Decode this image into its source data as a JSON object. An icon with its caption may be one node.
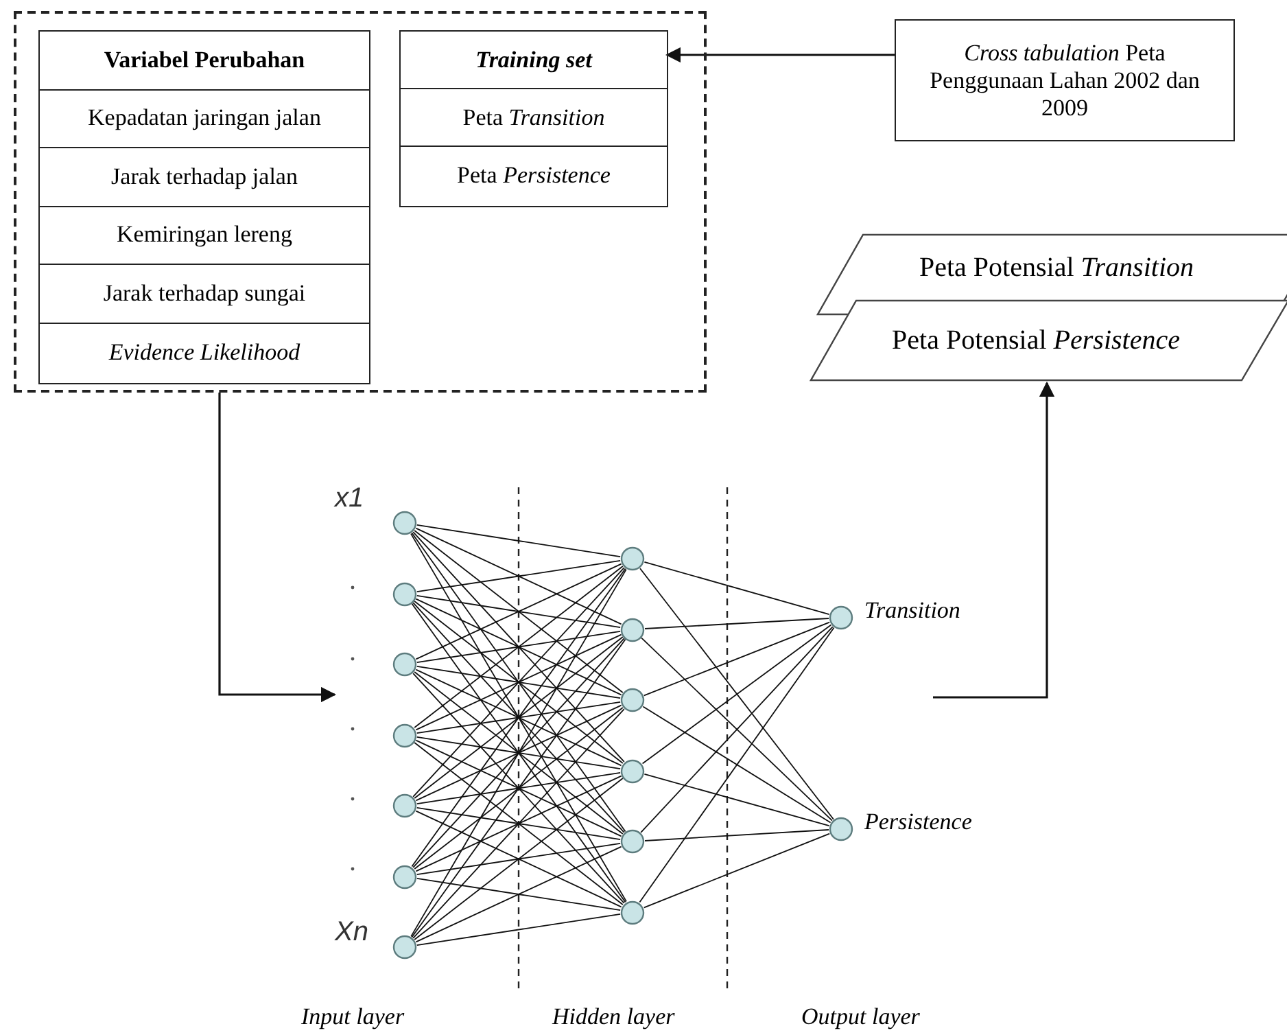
{
  "diagram": {
    "nodes": [
      {
        "text": [],
        "shape": "box"
      },
      {
        "text": [
          "Variabel Perubahan",
          "Kepadatan jaringan jalan",
          "Jarak terhadap jalan",
          "Kemiringan lereng",
          "Jarak terhadap sungai",
          "Evidence Likelihood"
        ],
        "in": 0
      },
      {
        "text": [
          "Training set",
          "Peta *Transition*",
          "Peta *Persistence*"
        ],
        "in": 0
      },
      {
        "text": [
          "*Cross tabulation* Peta Penggunaan Lahan 2002 dan 2009"
        ]
      },
      {
        "text": [
          "Peta Potensial *Transition*"
        ]
      },
      {
        "text": [
          "Peta Potensial *Persistence*"
        ]
      },
      {
        "text": [],
        "shape": "circle",
        "beside": [
          "x1"
        ]
      },
      {
        "text": [],
        "shape": "circle"
      },
      {
        "text": [],
        "shape": "circle"
      },
      {
        "text": [],
        "shape": "circle"
      },
      {
        "text": [],
        "shape": "circle"
      },
      {
        "text": [],
        "shape": "circle"
      },
      {
        "text": [],
        "shape": "circle",
        "beside": [
          "Xn"
        ]
      },
      {
        "text": [],
        "shape": "circle"
      },
      {
        "text": [],
        "shape": "circle"
      },
      {
        "text": [],
        "shape": "circle"
      },
      {
        "text": [],
        "shape": "circle"
      },
      {
        "text": [],
        "shape": "circle"
      },
      {
        "text": [],
        "shape": "circle"
      },
      {
        "text": [],
        "shape": "circle",
        "beside": [
          "Transition"
        ]
      },
      {
        "text": [],
        "shape": "circle",
        "beside": [
          "Persistence"
        ]
      }
    ],
    "edges": [
      {
        "from": 3,
        "to": 2,
        "arrow": "to"
      },
      {
        "from": 0,
        "to": null,
        "arrow": "to"
      },
      {
        "from": null,
        "to": 5,
        "arrow": "to"
      },
      {
        "from": 6,
        "to": 13,
        "arrow": "none"
      },
      {
        "from": 6,
        "to": 14,
        "arrow": "none"
      },
      {
        "from": 6,
        "to": 15,
        "arrow": "none"
      },
      {
        "from": 6,
        "to": 16,
        "arrow": "none"
      },
      {
        "from": 6,
        "to": 17,
        "arrow": "none"
      },
      {
        "from": 6,
        "to": 18,
        "arrow": "none"
      },
      {
        "from": 7,
        "to": 13,
        "arrow": "none"
      },
      {
        "from": 7,
        "to": 14,
        "arrow": "none"
      },
      {
        "from": 7,
        "to": 15,
        "arrow": "none"
      },
      {
        "from": 7,
        "to": 16,
        "arrow": "none"
      },
      {
        "from": 7,
        "to": 17,
        "arrow": "none"
      },
      {
        "from": 7,
        "to": 18,
        "arrow": "none"
      },
      {
        "from": 8,
        "to": 13,
        "arrow": "none"
      },
      {
        "from": 8,
        "to": 14,
        "arrow": "none"
      },
      {
        "from": 8,
        "to": 15,
        "arrow": "none"
      },
      {
        "from": 8,
        "to": 16,
        "arrow": "none"
      },
      {
        "from": 8,
        "to": 17,
        "arrow": "none"
      },
      {
        "from": 8,
        "to": 18,
        "arrow": "none"
      },
      {
        "from": 9,
        "to": 13,
        "arrow": "none"
      },
      {
        "from": 9,
        "to": 14,
        "arrow": "none"
      },
      {
        "from": 9,
        "to": 15,
        "arrow": "none"
      },
      {
        "from": 9,
        "to": 16,
        "arrow": "none"
      },
      {
        "from": 9,
        "to": 17,
        "arrow": "none"
      },
      {
        "from": 9,
        "to": 18,
        "arrow": "none"
      },
      {
        "from": 10,
        "to": 13,
        "arrow": "none"
      },
      {
        "from": 10,
        "to": 14,
        "arrow": "none"
      },
      {
        "from": 10,
        "to": 15,
        "arrow": "none"
      },
      {
        "from": 10,
        "to": 16,
        "arrow": "none"
      },
      {
        "from": 10,
        "to": 17,
        "arrow": "none"
      },
      {
        "from": 10,
        "to": 18,
        "arrow": "none"
      },
      {
        "from": 11,
        "to": 13,
        "arrow": "none"
      },
      {
        "from": 11,
        "to": 14,
        "arrow": "none"
      },
      {
        "from": 11,
        "to": 15,
        "arrow": "none"
      },
      {
        "from": 11,
        "to": 16,
        "arrow": "none"
      },
      {
        "from": 11,
        "to": 17,
        "arrow": "none"
      },
      {
        "from": 11,
        "to": 18,
        "arrow": "none"
      },
      {
        "from": 12,
        "to": 13,
        "arrow": "none"
      },
      {
        "from": 12,
        "to": 14,
        "arrow": "none"
      },
      {
        "from": 12,
        "to": 15,
        "arrow": "none"
      },
      {
        "from": 12,
        "to": 16,
        "arrow": "none"
      },
      {
        "from": 12,
        "to": 17,
        "arrow": "none"
      },
      {
        "from": 12,
        "to": 18,
        "arrow": "none"
      },
      {
        "from": 13,
        "to": 19,
        "arrow": "none"
      },
      {
        "from": 13,
        "to": 20,
        "arrow": "none"
      },
      {
        "from": 14,
        "to": 19,
        "arrow": "none"
      },
      {
        "from": 14,
        "to": 20,
        "arrow": "none"
      },
      {
        "from": 15,
        "to": 19,
        "arrow": "none"
      },
      {
        "from": 15,
        "to": 20,
        "arrow": "none"
      },
      {
        "from": 16,
        "to": 19,
        "arrow": "none"
      },
      {
        "from": 16,
        "to": 20,
        "arrow": "none"
      },
      {
        "from": 17,
        "to": 19,
        "arrow": "none"
      },
      {
        "from": 17,
        "to": 20,
        "arrow": "none"
      },
      {
        "from": 18,
        "to": 19,
        "arrow": "none"
      },
      {
        "from": 18,
        "to": 20,
        "arrow": "none"
      }
    ],
    "labels": [
      "Input layer",
      "Hidden layer",
      "Output layer"
    ]
  }
}
